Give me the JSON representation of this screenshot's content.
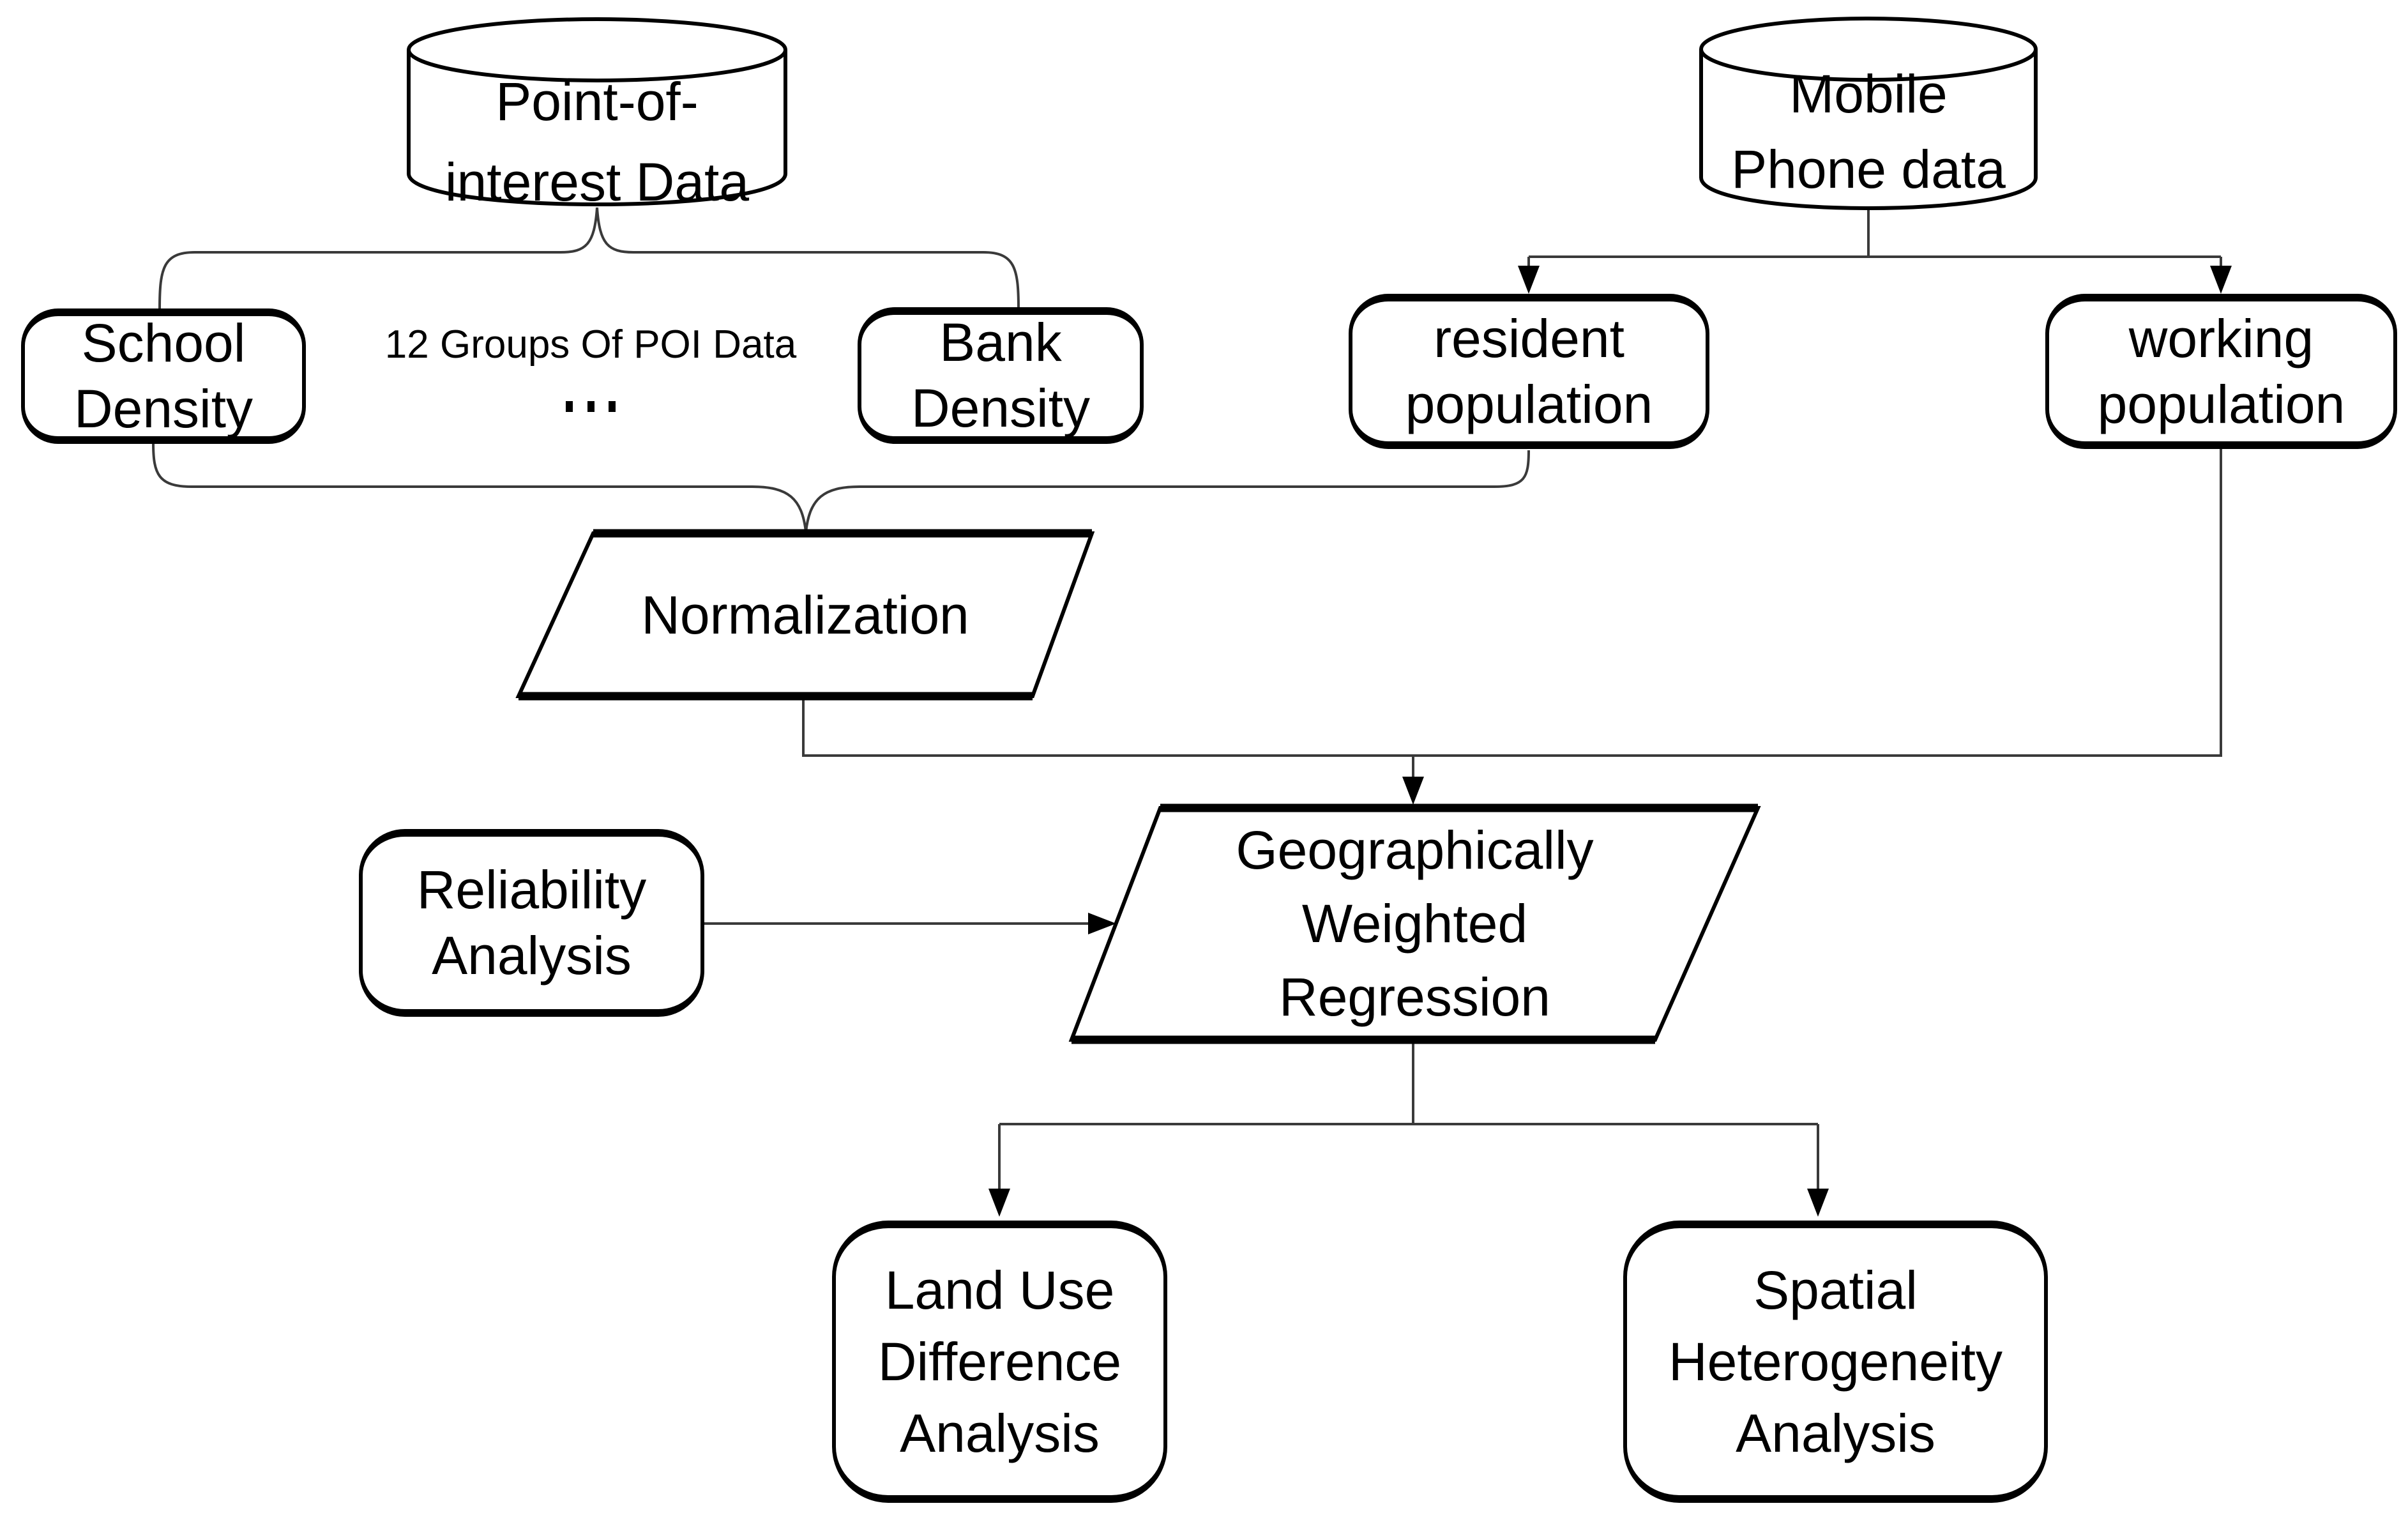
{
  "nodes": {
    "poi": {
      "lines": [
        "Point-of-",
        "interest Data"
      ]
    },
    "mobile": {
      "lines": [
        "Mobile",
        "Phone data"
      ]
    },
    "school": {
      "lines": [
        "School",
        "Density"
      ]
    },
    "bank": {
      "lines": [
        "Bank",
        "Density"
      ]
    },
    "resident": {
      "lines": [
        "resident",
        "population"
      ]
    },
    "working": {
      "lines": [
        "working",
        "population"
      ]
    },
    "normalization": {
      "lines": [
        "Normalization"
      ]
    },
    "reliability": {
      "lines": [
        "Reliability",
        "Analysis"
      ]
    },
    "gwr": {
      "lines": [
        "Geographically",
        "Weighted",
        "Regression"
      ]
    },
    "landuse": {
      "lines": [
        "Land Use",
        "Difference",
        "Analysis"
      ]
    },
    "spatial": {
      "lines": [
        "Spatial",
        "Heterogeneity",
        "Analysis"
      ]
    }
  },
  "annotations": {
    "poi_groups": "12 Groups Of POI Data",
    "ellipsis": "..."
  },
  "colors": {
    "background": "#ffffff",
    "stroke": "#000000",
    "connector": "#3a3a3a",
    "text": "#000000"
  }
}
